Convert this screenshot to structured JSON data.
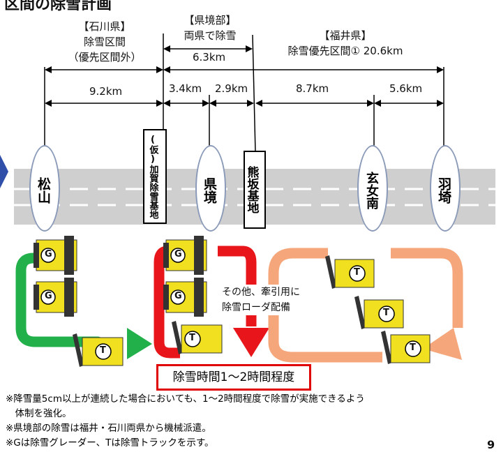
{
  "header": {
    "partial_title": "区間の除雪計画"
  },
  "sections": {
    "ishikawa": {
      "line1": "【石川県】",
      "line2": "除雪区間",
      "line3": "（優先区間外）"
    },
    "border": {
      "line1": "【県境部】",
      "line2": "両県で除雪"
    },
    "fukui": {
      "line1": "【福井県】",
      "line2": "除雪優先区間①  20.6km"
    }
  },
  "distances": {
    "border_total": "6.3km",
    "seg1": "9.2km",
    "seg2": "3.4km",
    "seg3": "2.9km",
    "seg4": "8.7km",
    "seg5": "5.6km"
  },
  "places": {
    "matsuyama": "松山",
    "kenkyo": "県境",
    "genjonan": "玄女南",
    "hazaki": "羽埼"
  },
  "bases": {
    "kaga": "(仮)加賀除雪基地",
    "kumasaka": "熊坂基地"
  },
  "vehicles": {
    "grader": "G",
    "truck": "T"
  },
  "loader_note": {
    "line1": "その他、牽引用に",
    "line2": "除雪ローダ配備"
  },
  "time_box": "除雪時間1～2時間程度",
  "notes": [
    "※降雪量5cm以上が連続した場合においても、1～2時間程度で除雪が実施できるよう",
    "　体制を強化。",
    "※県境部の除雪は福井・石川両県から機械派遣。",
    "※Gは除雪グレーダー、Tは除雪トラックを示す。"
  ],
  "page_number": "9",
  "colors": {
    "road": "#cfcfcf",
    "loop_green": "#22b04b",
    "loop_red": "#e8151b",
    "loop_orange": "#f5a67a",
    "vehicle_yellow": "#f0e020",
    "left_arrow": "#2f4fa8"
  }
}
